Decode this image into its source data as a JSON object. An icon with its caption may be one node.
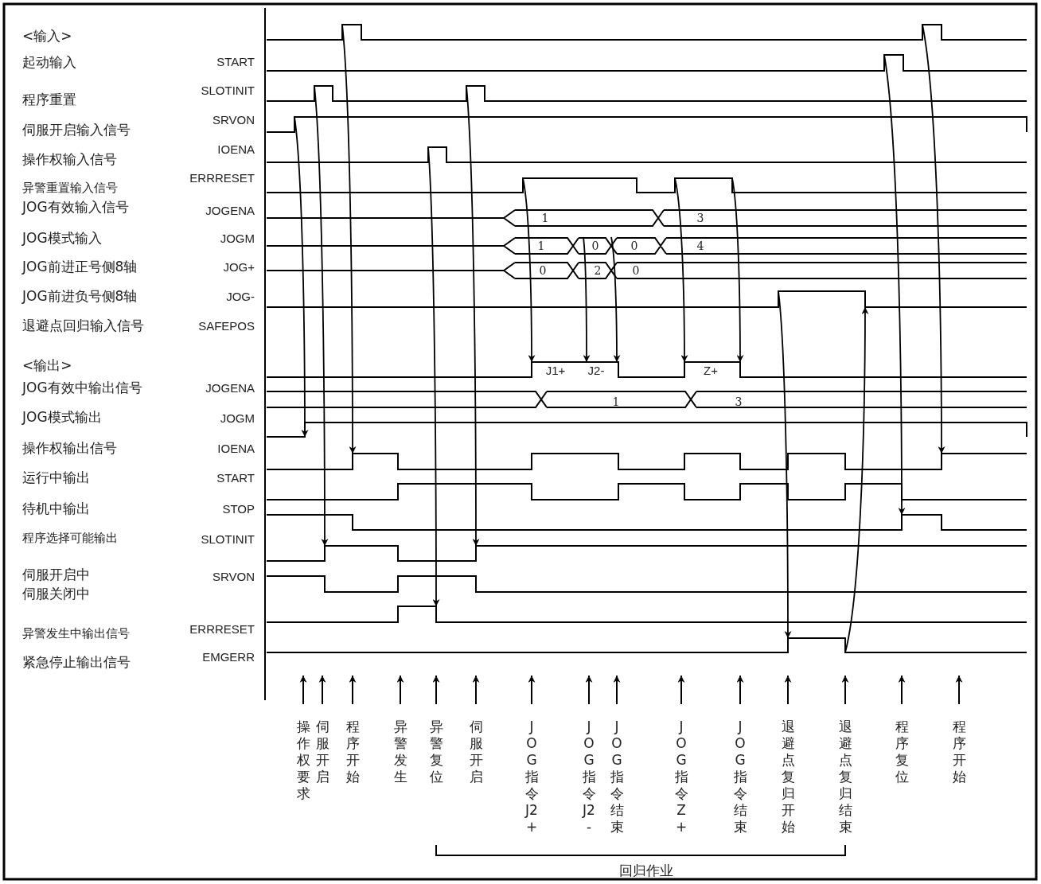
{
  "diagram": {
    "labels": [
      "<输入>",
      "起动输入",
      "START",
      "程序重置",
      "SLOTINIT",
      "伺服开启输入信号",
      "SRVON",
      "操作权输入信号",
      "IOENA",
      "异警重置输入信号",
      "ERRRESET",
      "JOG有效输入信号",
      "JOGENA",
      "JOG模式输入",
      "JOGM",
      "JOG前进正号侧8轴",
      "JOG+",
      "JOG前进负号侧8轴",
      "JOG-",
      "退避点回归输入信号",
      "SAFEPOS",
      "1",
      "3",
      "1",
      "0",
      "0",
      "4",
      "0",
      "2",
      "0",
      "<输出>",
      "J1+",
      "J2-",
      "Z+",
      "JOG有效中输出信号",
      "JOGENA",
      "1",
      "3",
      "JOG模式输出",
      "JOGM",
      "操作权输出信号",
      "IOENA",
      "运行中输出",
      "START",
      "待机中输出",
      "STOP",
      "程序选择可能输出",
      "SLOTINIT",
      "伺服开启中",
      "SRVON",
      "伺服关闭中",
      "异警发生中输出信号",
      "ERRRESET",
      "紧急停止输出信号",
      "EMGERR",
      "操作权要求",
      "伺服开启",
      "程序开始",
      "异警发生",
      "异警复位",
      "伺服开启",
      "JOG指令J2+",
      "JOG指令J2-",
      "JOG指令结束",
      "JOG指令Z+",
      "JOG指令结束",
      "退避点复归开始",
      "退避点复归结束",
      "程序复位",
      "程序开始",
      "回归作业"
    ]
  }
}
